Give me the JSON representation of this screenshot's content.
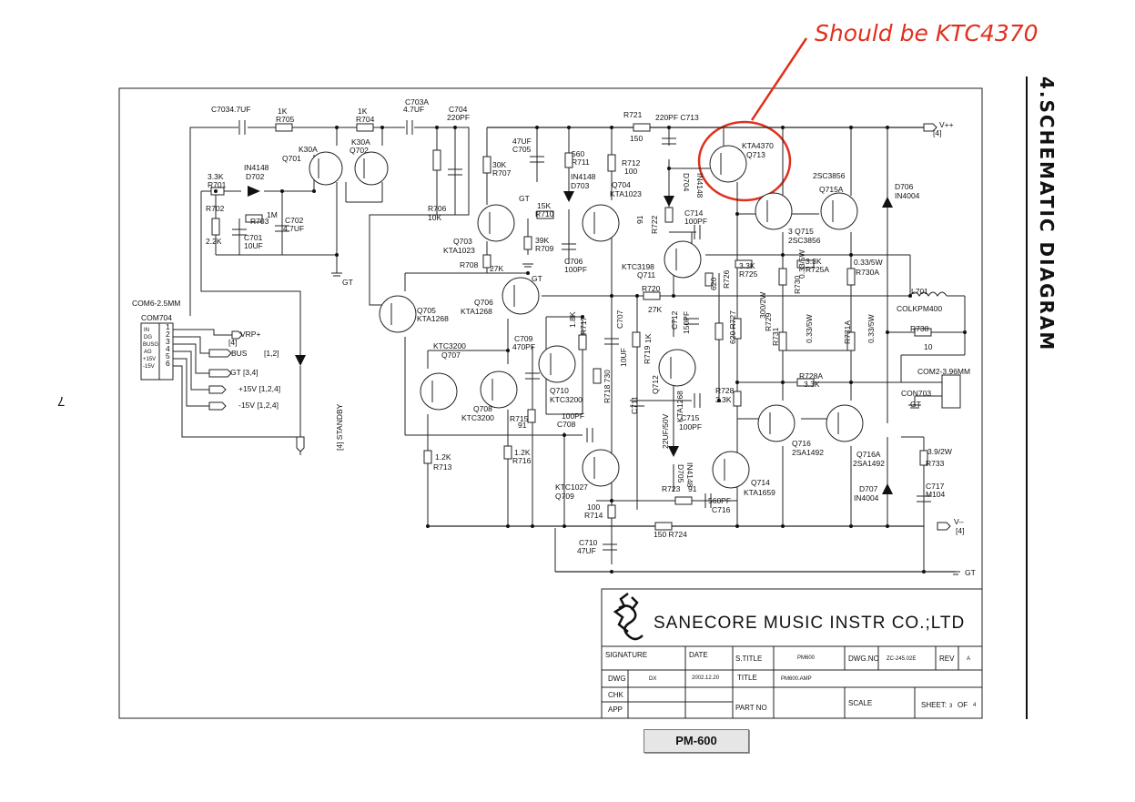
{
  "annotation": {
    "text": "Should be KTC4370",
    "color": "#e0301e"
  },
  "page_number": "7",
  "side_title": "4.SCHEMATIC DIAGRAM",
  "model_badge": "PM-600",
  "title_block": {
    "company": "SANECORE MUSIC INSTR CO.;LTD",
    "signature_label": "SIGNATURE",
    "date_label": "DATE",
    "stitle_label": "S.TITLE",
    "stitle_value": "PM600",
    "dwgno_label": "DWG.NO",
    "dwgno_value": "ZC-245.02E",
    "rev_label": "REV",
    "rev_value": "A",
    "dwg_label": "DWG",
    "dwg_value": "DX",
    "date_value": "2002.12.20",
    "title_label": "TITLE",
    "title_value": "PM600.AMP",
    "chk_label": "CHK",
    "app_label": "APP",
    "partno_label": "PART NO",
    "scale_label": "SCALE",
    "sheet_label": "SHEET:",
    "sheet_value": "3",
    "sheet_of": "OF",
    "sheet_total": "4"
  },
  "connector": {
    "name": "COM6-2.5MM",
    "ref": "COM704",
    "pins": [
      "IN",
      "DG",
      "BUSG",
      "AG",
      "+15V",
      "-15V"
    ],
    "pin_numbers": [
      "1",
      "2",
      "3",
      "4",
      "5",
      "6"
    ],
    "nets": [
      "VRP+",
      "[4]",
      "BUS",
      "[1,2]",
      "GT [3,4]",
      "+15V [1,2,4]",
      "-15V [1,2,4]",
      "[4] STANDBY"
    ]
  },
  "labels": {
    "c7034": "C7034.7UF",
    "r705v": "1K",
    "r705": "R705",
    "r704v": "1K",
    "r704": "R704",
    "c703a": "C703A",
    "c703av": "4.7UF",
    "c704": "C704",
    "c704v": "220PF",
    "k30a1": "K30A",
    "q701": "Q701",
    "k30a2": "K30A",
    "q702": "Q702",
    "in4148a": "IN4148",
    "d702": "D702",
    "r701v": "3.3K",
    "r701": "R701",
    "r702": "R702",
    "r702v": "2.2K",
    "r703": "R703",
    "r703v": "1M",
    "c701": "C701",
    "c701v": "10UF",
    "c702": "C702",
    "c702v": "4.7UF",
    "r706": "R706",
    "r706v": "10K",
    "gt1": "GT",
    "c705v": "47UF",
    "c705": "C705",
    "r707v": "30K",
    "r707": "R707",
    "r711v": "560",
    "r711": "R711",
    "in4148b": "IN4148",
    "d703": "D703",
    "r721": "R721",
    "r721v": "150",
    "r712": "R712",
    "r712v": "100",
    "c713": "220PF C713",
    "q704": "Q704",
    "q704t": "KTA1023",
    "gt2": "GT",
    "r710v": "15K",
    "r710": "R710",
    "r709v": "39K",
    "r709": "R709",
    "q703": "Q703",
    "q703t": "KTA1023",
    "r708": "R708",
    "r708v": "27K",
    "c706v": "C706",
    "c706": "100PF",
    "gt3": "GT",
    "kta4370": "KTA4370",
    "q713": "Q713",
    "d704": "D704",
    "d704t": "IN4148",
    "r722": "R722",
    "n91a": "91",
    "c714": "C714",
    "c714v": "100PF",
    "ktc3198": "KTC3198",
    "q711": "Q711",
    "r726v": "620",
    "r726": "R726",
    "r725v": "3.3K",
    "r725": "R725",
    "q715": "3 Q715",
    "q715t": "2SC3856",
    "sc3856a": "2SC3856",
    "q715a": "Q715A",
    "d706": "D706",
    "d706t": "IN4004",
    "vpp": "V++",
    "vpp4": "[4]",
    "r725av": "3.3K",
    "r725a": "R725A",
    "r730av": "0.33/5W",
    "r730a": "R730A",
    "r730": "R730",
    "r730v": "0.33/5W",
    "l701": "L701",
    "colkpm400": "COLKPM400",
    "r738": "R738",
    "n10": "10",
    "com2": "COM2-3.96MM",
    "con703": "CON703",
    "gt4": "GT",
    "q705": "Q705",
    "q705t": "KTA1268",
    "q706": "Q706",
    "q706t": "KTA1268",
    "r720": "R720",
    "r720v": "27K",
    "ktc3200a": "KTC3200",
    "q707": "Q707",
    "q708": "Q708",
    "ktc3200b": "KTC3200",
    "c709": "C709",
    "c709v": "470PF",
    "r717v": "1.8K",
    "r717": "R717",
    "c707": "C707",
    "q710": "Q710",
    "ktc3200c": "KTC3200",
    "r718": "R718 730",
    "n10uf": "10UF",
    "r719": "R719",
    "r719v": "1K",
    "c712": "C712",
    "c712v": "150PF",
    "r727": "620 R727",
    "r729": "R729",
    "r729v": "300/2W",
    "r731": "R731",
    "r731a": "R731A",
    "r731v": "0.33/5W",
    "r731av": "0.33/5W",
    "r728a": "R728A",
    "r728av": "3.3K",
    "r728": "R728",
    "r728v": "3.3K",
    "q712": "Q712",
    "q712t": "KTA1268",
    "c711": "C711",
    "c711v": "22UF/50V",
    "c715": "C715",
    "c715v": "100PF",
    "r715": "R715",
    "r715v": "91",
    "c708v": "100PF",
    "c708": "C708",
    "q716": "Q716",
    "q716t": "2SA1492",
    "q716a": "Q716A",
    "q716at": "2SA1492",
    "r713v": "1.2K",
    "r713": "R713",
    "r716v": "1.2K",
    "r716": "R716",
    "d705": "D705",
    "d705t": "IN4148",
    "q714": "Q714",
    "q714t": "KTA1659",
    "ktc1027": "KTC1027",
    "q709": "Q709",
    "r723": "R723",
    "r723v": "91",
    "c716v": "560PF",
    "c716": "C716",
    "r714v": "100",
    "r714": "R714",
    "r733v": "3.9/2W",
    "r733": "R733",
    "d707": "D707",
    "d707t": "IN4004",
    "c717": "C717",
    "c717v": "M104",
    "r724": "150 R724",
    "vmm": "V--",
    "vmm4": "[4]",
    "c710": "C710",
    "c710v": "47UF",
    "gt5": "GT"
  }
}
